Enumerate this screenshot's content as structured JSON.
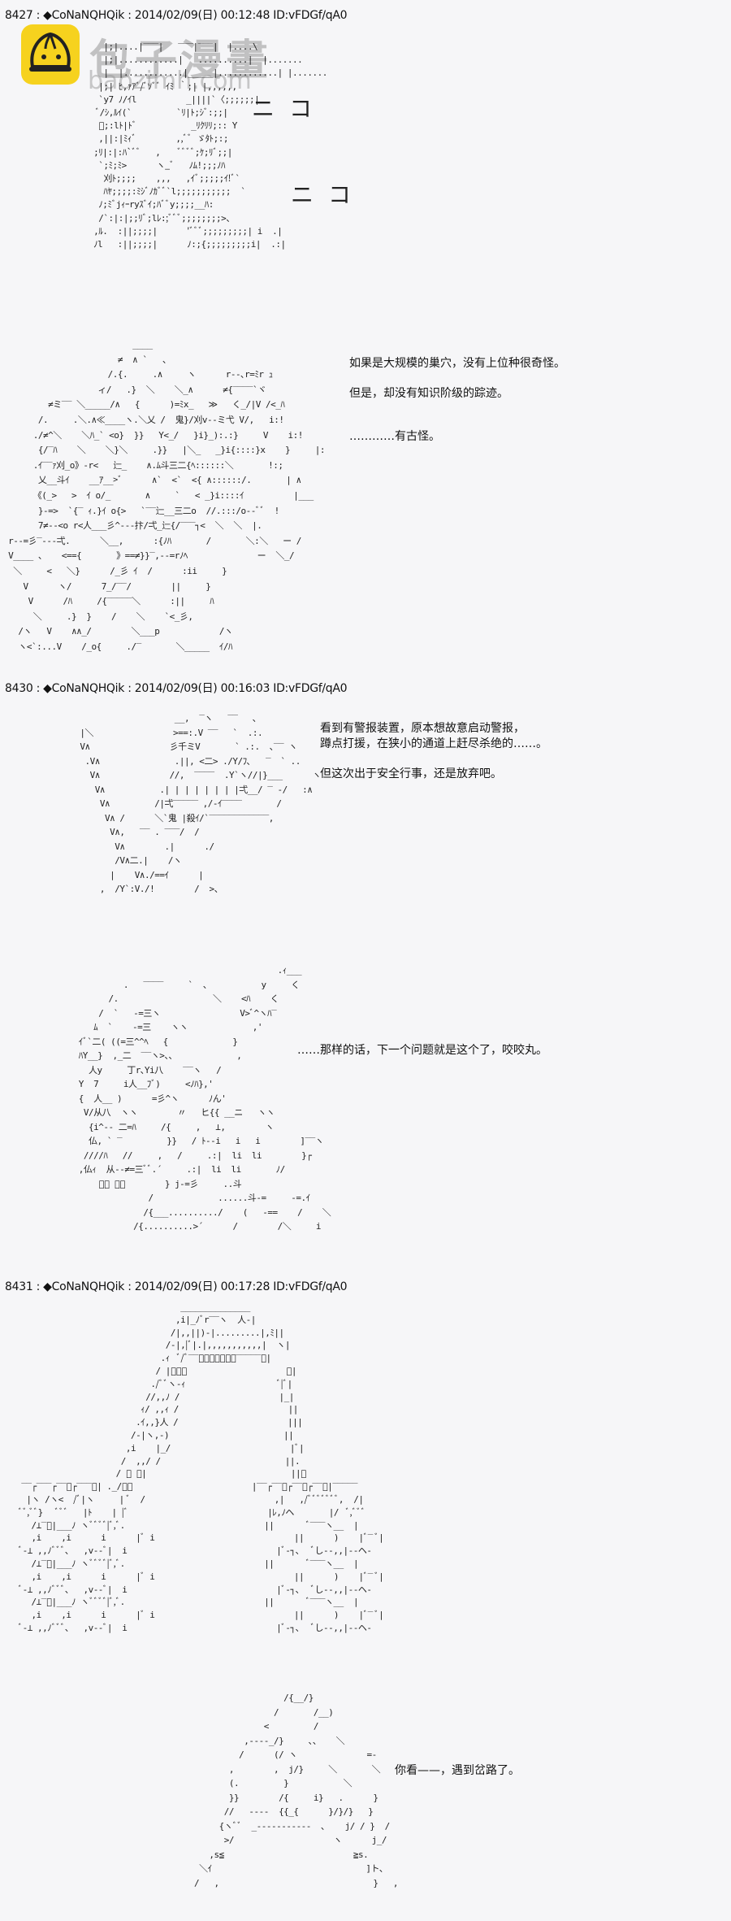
{
  "watermark": {
    "brand": "包子漫畫",
    "url": "baozimh.com"
  },
  "posts": [
    {
      "header": "8427 : ◆CoNaNQHQik : 2014/02/09(日) 00:12:48 ID:vFDGf/qA0",
      "panels": [
        {
          "art": "           |;|....|‾‾‾|   ‾‾‾|‾‾‾|  |....\\\n           |;|............|   ..........|  |.......\n           |  |............|_____|............| |.......\n          |;| ﾋ,ｧｱﾞ/ﾞｿﾞﾞ ｲﾐ ｀;| |,,,,,,\n          `y7 ﾉ/ｲl          _||||`〈;;;;;;|\n          ﾞ/ｼ,ﾙｲ(`         `ﾘ|ﾄ;ｼﾞ:;;|\n          ﾞ;:lﾄ|ﾄﾞ           _ﾘｸﾘﾘ;:: Y\n          ,||:|ﾐｨﾞ        ,,ﾞﾞ ゞﾀﾄ;:;\n         ;ﾘ|:|:ﾊ`ﾞﾞ   ,    ﾞﾞﾞﾞ;ｹ;ﾘﾞ;;|\n          `;ﾐ;ﾐ>      ヽ_ﾞ   ﾉﾑ!;;;ﾉﾊ\n           刈ﾄ;;;;    ,,,   ,ｲﾞ;;;;;ｲ!ﾞ`\n           ﾊﾔ;;;;:ﾐｼﾞﾉｶﾞﾞ`l;;;;;;;;;;;  `\n          ﾉ;ﾐﾞjｨｰryｽﾞｲ;ﾊﾞﾞy;;;;__ﾊ:\n          /`:|:|;;ﾘﾞ;lﾚ:;ﾞﾞﾞ;;;;;;;;>、\n         ,ﾙ.  :||;;;;|      'ﾞﾞﾞ;;;;;;;;;| i  .|\n         ﾉl   :||;;;;|      ﾉ:;{;;;;;;;;;i|  .:|",
          "symbols": [
            "ニコ",
            "ニコ"
          ]
        },
        {
          "art": "                          ____\n                       ≠  ∧ `   、\n                     /.{.     .∧     ヽ      r‐‐､r=ﾐr ｭ\n                   ィ/   .}  ＼    ＼_∧      ≠{‾‾‾‾`ヾ\n         ≠ミ‾‾ ＼_____/∧   {      )=ﾐx_   ≫   く_/|V /<_ﾊ\n       /.     .＼.∧≪____ヽ.＼乂 /  鬼}/刈v‐‐ミ弋 V/,   i:!\n      ./≠^＼    ＼ﾊ_` <o}  }}   Y<_/   }i}_):.:}     V    i:!\n       {/‾ﾊ    ＼    ＼}＼     .}}   |＼_   _}i{::::}x    }     |:\n      .ｲ‾‾ｧ刈_o》‐r<   辷_    ∧.ﾑ斗三二{ﾍ::::::＼       !:;\n       乂__斗ｲ    __ｱ__>ﾞ      ∧`  <`  <{ ∧::::::/.       | ∧\n      《(_>   >  ｲ o/_       ∧     `   < _}i::::ｲ          |___\n       }‐=>  `{‾ ｨ.}ｲ o{>   `‾‾辷__三二o  //.:::/o‐‐ﾞﾞ  !\n       7≠‐‐<o r<人___彡^‐‐‐抃/弌_辷{/‾‾‾┐<  ＼  ＼  |.\n r‐‐=彡‾‐‐‐弌.      ＼__,      :{ﾉﾊ       /       ＼:＼   ー /\n V____ 、   <=={       》==≠}}‾,‐‐=rﾉﾍ              ー  ＼_/\n  ＼     <   ＼}      /_彡 ｲ  /      :ii     }\n    V      ヽ/      7_/‾‾/        ||     }\n     V      /ﾊ     /{‾‾‾‾‾＼      :||     ﾊ\n      ＼     .}  }    /    ＼    `<_彡,\n   /ヽ   V    ∧∧_/        ＼___p            /ヽ\n   ヽ<`:...V    /_o{     ./‾       ＼_____  ｲ/ﾊ",
          "dialogue": [
            "如果是大规模的巢穴，没有上位种很奇怪。",
            "但是，却没有知识阶级的踪迹。",
            "…………有古怪。"
          ]
        }
      ]
    },
    {
      "header": "8430 : ◆CoNaNQHQik : 2014/02/09(日) 00:16:03 ID:vFDGf/qA0",
      "panels": [
        {
          "art": "                      __,  ‾ヽ   ‾‾   ､\n   |＼                >==:.V ‾‾   `  .:. \n   V∧                彡千ミV       ` .:.  ､‾‾ ヽ\n    .V∧               .||, <二> ./Y/ﾌ､   ‾  ` ..\n     V∧              //,  ‾‾‾‾  .Y`ヽ//|}___      ヽ\n      V∧           .| | | | | | | |弌__/ ‾ -/   :∧\n       V∧         /|弌‾‾‾‾‾ ,/‐ｲ‾‾‾‾       /\n        V∧ /      ＼`鬼 |殺ｲ/`‾‾‾‾‾‾‾‾‾‾‾‾,\n         V∧,   ‾‾ . ‾‾‾/  /\n          V∧        .|      ./\n          /V∧二.|    /ヽ\n         |    V∧./==ｲ      |\n       ,  /Y`:V./!        /  >、",
          "dialogue": [
            "看到有警报装置，原本想故意启动警报，",
            "蹲点打援，在狭小的通道上赶尽杀绝的……。",
            "但这次出于安全行事，还是放弃吧。"
          ]
        },
        {
          "art": "                                              .ｨ___\n               .   ‾‾‾‾     `  、          y     く\n            /.                   ＼    <ﾊ    く\n          /  `   ‐=三ヽ                V>ﾞ^ヽﾊ‾\n         ﾑ  `    ‐=三    ヽヽ             ,'\n      ｲﾞ`二( ((=三^^ﾍ   {             }\n      ﾊY__}  ,_二  ‾‾ヽ>、、            ,\n        人y     丁r､Yi八    ‾‾ヽ   /\n      Y  7     i人__ﾌﾞ)     <ﾉﾊ},'\n      {  人__ )      =彡^ヽ      ﾉん'\n       V/从八  ヽヽ        〃   ヒ{{ __ニ   ヽヽ\n        {i^‐‐ 二=ﾊ     /{     ,   ⊥,        ヽ\n        仏, ` ‾         }}   / ﾄ‐‐i   i   i        ]‾‾ヽ\n       ////ﾊ   //     ,   /     .:|  li  li        }┌\n      ,仏ｨ  从‐‐≠=三ﾞﾞ.´     .:|  li  li       ﾉ/\n          ﾞﾞ ﾞﾞ        } j‐=彡     ..斗\n                    /             ......斗‐=     ‐=.ｲ\n                   /{___........../    (   ‐==    /    ＼\n                 /{..........>´      /        /＼     i",
          "dialogue": [
            "……那样的话，下一个问题就是这个了，咬咬丸。"
          ]
        }
      ]
    },
    {
      "header": "8431 : ◆CoNaNQHQik : 2014/02/09(日) 00:17:28 ID:vFDGf/qA0",
      "panels": [
        {
          "art": "                                  ______________\n                                 ,i|_ﾉﾞr‾‾ヽ  人‐|\n                                /|,,||)‐|.........|,ﾐ||\n                               /‐|,|ﾞ|.|,,,,,,,,,,,|  ヽ|\n                              .ｨ  ﾞ/ﾞ‾‾ﾞﾞﾞﾞﾞﾞﾞ‾‾‾‾‾ﾞ|\n                             / |ﾞﾞﾞ                    ﾞ|\n                            ./ﾞﾞヽ‐ｨ                   ﾞ|ﾞ|\n                           //,,ﾉ /                    |_|\n                          ｨ/ ,,ｨ /                      ||\n                         .ｲ,,}人 /                      |||\n                        /‐|ヽ,‐)                       ||\n                       ,i    |_/                        |ﾞ|\n                      /  ,,/ /                         ||.\n                     / ﾞ ﾞ|                             ||ﾞ\n  ‾‾┌‾‾‾┌‾‾ﾞ┌‾‾‾ﾞ| ._/ﾞﾞ                        |‾‾┌‾‾ﾞ┌‾‾ﾞ┌‾‾ﾞ|‾‾‾‾‾\n   |ヽ /ヽ<  /ﾞ|ヽ     | ﾞ  /                          ,|   ,/ﾞﾞﾞﾞﾞﾞﾞ,  /|\n  ﾞﾞ,ﾞﾞ}   ﾞﾞﾞ   |ﾄ    | |ﾞ                            |ﾚ,ﾉヘ       |/  ﾞ,ﾞﾞﾞ\n    /⊥‾ﾞ|___ﾉ ヽﾞﾞﾞﾞ|ﾞ,ﾞ.                            ||       ﾞ‾‾‾ヽ__  |\n    ,i    ,i      i      |ﾞ i                            ||      )    |ﾞ‾ ﾞ|\n  ﾞ‐⊥ ,,ﾉﾞﾞﾞ、  ,v‐‐ﾞ|  i                              |ﾞ‐┐、  ﾞし‐‐,,|‐‐ヘ‐\n    /⊥‾ﾞ|___ﾉ ヽﾞﾞﾞﾞ|ﾞ,ﾞ.                            ||       ﾞ‾‾‾ヽ__  |\n    ,i    ,i      i      |ﾞ i                            ||      )    |ﾞ‾ ﾞ|\n  ﾞ‐⊥ ,,ﾉﾞﾞﾞ、  ,v‐‐ﾞ|  i                              |ﾞ‐┐、  ﾞし‐‐,,|‐‐ヘ‐\n    /⊥‾ﾞ|___ﾉ ヽﾞﾞﾞﾞ|ﾞ,ﾞ.                            ||       ﾞ‾‾‾ヽ__  |\n    ,i    ,i      i      |ﾞ i                            ||      )    |ﾞ‾ ﾞ|\n  ﾞ‐⊥ ,,ﾉﾞﾞﾞ、  ,v‐‐ﾞ|  i                              |ﾞ‐┐、  ﾞし‐‐,,|‐‐ヘ‐"
        },
        {
          "art": "                          /{__/}\n                        /       /__)\n                      <         /\n                  ,‐‐‐‐_/}     ､、   ＼\n                 /      (/ ヽ              =‐\n               ,        ,  j/}     ＼       ＼\n               (.         }           ＼\n               }}        /{     i}   .      }\n              //   ‐‐‐‐  {{_{      }/}/}   }\n             {ヽﾞﾞ  _‐‐‐‐‐‐‐‐‐‐‐  ､    j/ / }  /\n              >/                    ヽ      j_/\n           ,s≦                          ≧s.\n         ＼ｲ                               ]ト、\n        /   ,                               }   ,",
          "dialogue": [
            "你看——，遇到岔路了。"
          ]
        }
      ]
    }
  ]
}
